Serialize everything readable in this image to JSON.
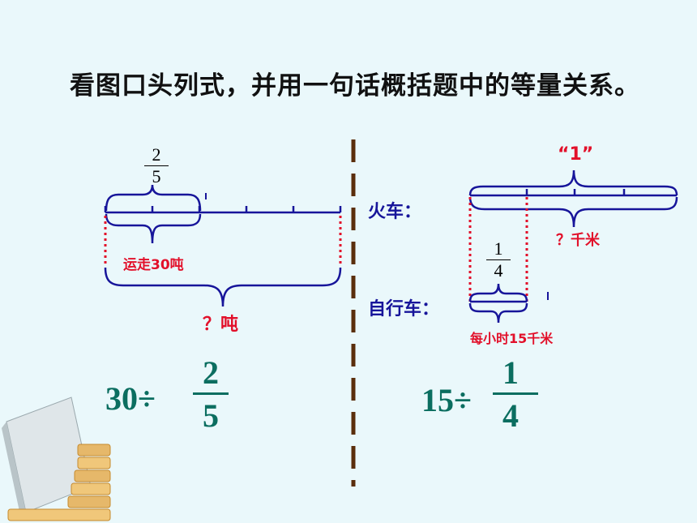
{
  "title": "看图口头列式，并用一句话概括题中的等量关系。",
  "left": {
    "fraction": {
      "numerator": "2",
      "denominator": "5"
    },
    "transported_label": "运走30吨",
    "unknown_label": "？吨",
    "equation": {
      "dividend": "30÷",
      "numerator": "2",
      "denominator": "5"
    }
  },
  "right": {
    "train_label": "火车：",
    "bike_label": "自行车：",
    "one_label": "“1”",
    "unknown_label": "？千米",
    "fraction": {
      "numerator": "1",
      "denominator": "4"
    },
    "speed_label": "每小时15千米",
    "equation": {
      "dividend": "15÷",
      "numerator": "1",
      "denominator": "4"
    }
  },
  "colors": {
    "background": "#eaf8fb",
    "line_blue": "#17159a",
    "red": "#e2102a",
    "divider_brown": "#5a2e0c",
    "equation_green": "#0b6e60"
  }
}
